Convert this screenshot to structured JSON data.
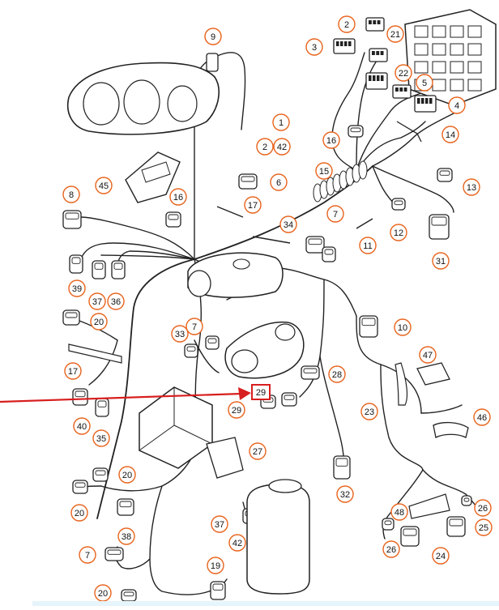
{
  "diagram": {
    "accent_color": "#e8631c",
    "highlight_color": "#d81e1e",
    "line_color": "#222222",
    "highlighted_callout": "29",
    "callouts": [
      "9",
      "2",
      "21",
      "3",
      "22",
      "5",
      "4",
      "1",
      "2",
      "42",
      "16",
      "14",
      "15",
      "45",
      "6",
      "13",
      "8",
      "16",
      "17",
      "34",
      "7",
      "11",
      "12",
      "31",
      "39",
      "37",
      "36",
      "20",
      "10",
      "33",
      "7",
      "47",
      "17",
      "28",
      "29",
      "29",
      "40",
      "35",
      "23",
      "46",
      "27",
      "20",
      "32",
      "20",
      "26",
      "48",
      "25",
      "38",
      "37",
      "42",
      "26",
      "24",
      "7",
      "19",
      "20"
    ]
  }
}
